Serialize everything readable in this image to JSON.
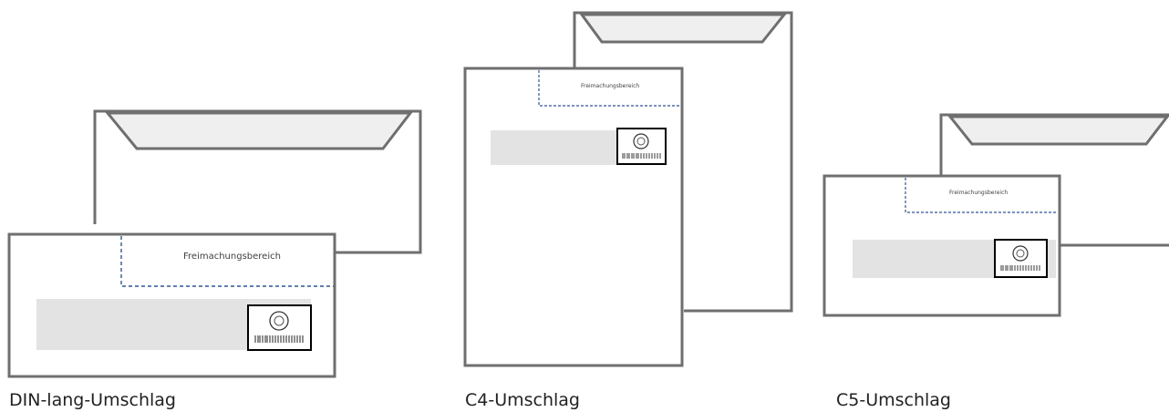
{
  "envelopes": [
    {
      "caption": "DIN-lang-Umschlag",
      "franking_label": "Freimachungsbereich"
    },
    {
      "caption": "C4-Umschlag",
      "franking_label": "Freimachungsbereich"
    },
    {
      "caption": "C5-Umschlag",
      "franking_label": "Freimachungsbereich"
    }
  ],
  "colors": {
    "outline": "#6f6f6f",
    "flap_fill": "#efefef",
    "address_band": "#e3e3e3",
    "dashed": "#2f5597",
    "stamp_border": "#000000"
  }
}
